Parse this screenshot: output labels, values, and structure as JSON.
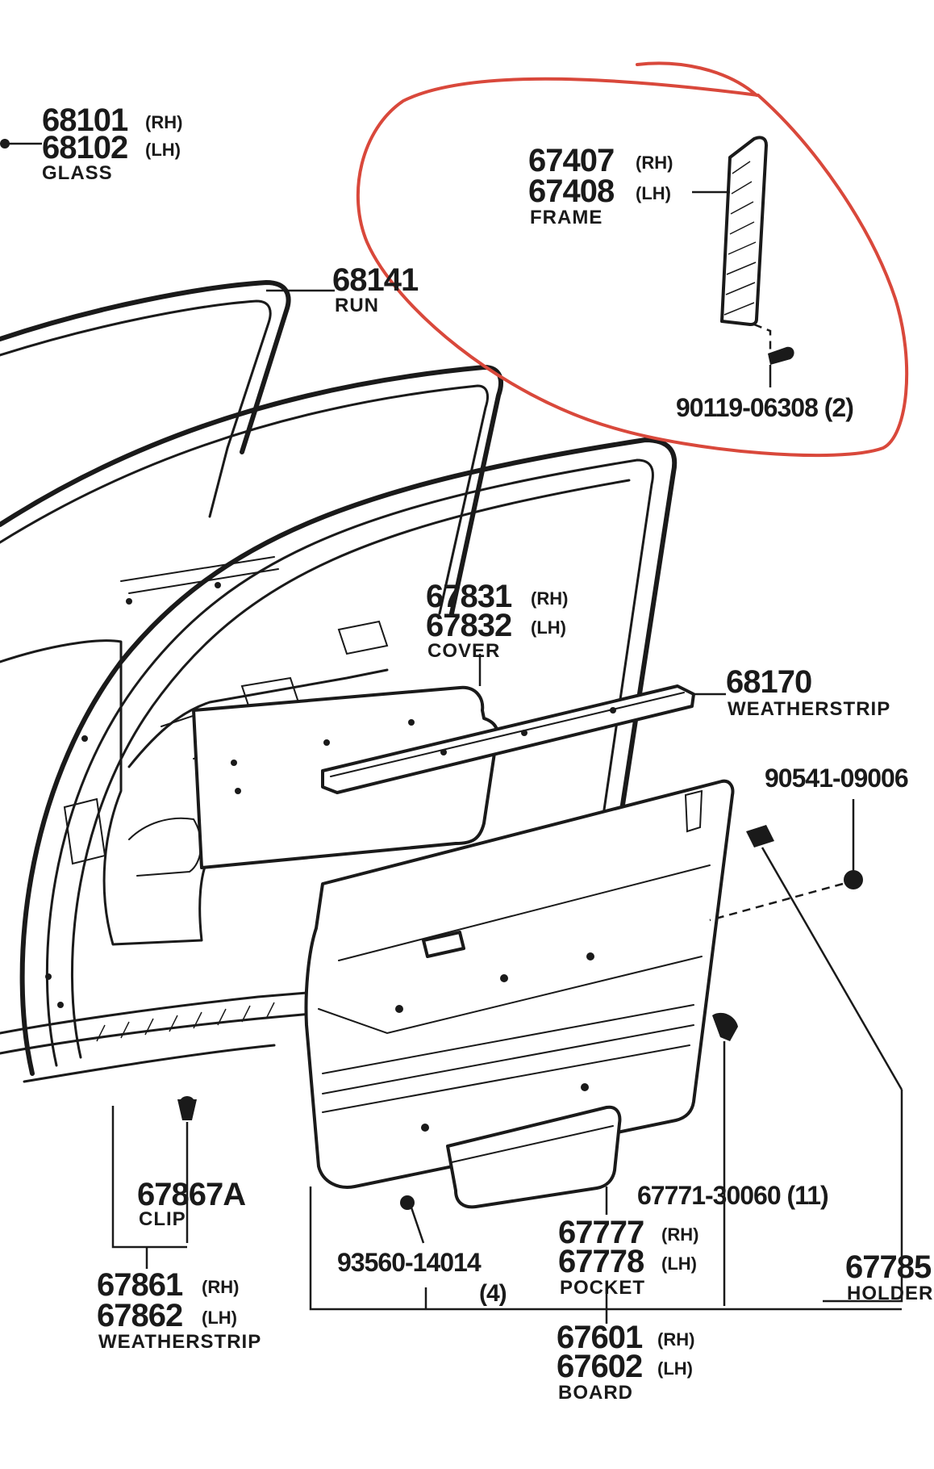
{
  "colors": {
    "ink": "#1a1a1a",
    "background": "#ffffff",
    "highlight_circle": "#d9483b"
  },
  "callouts": {
    "glass": {
      "rh": "68101",
      "lh": "68102",
      "rh_tag": "(RH)",
      "lh_tag": "(LH)",
      "name": "GLASS"
    },
    "run": {
      "number": "68141",
      "name": "RUN"
    },
    "frame": {
      "rh": "67407",
      "lh": "67408",
      "rh_tag": "(RH)",
      "lh_tag": "(LH)",
      "name": "FRAME"
    },
    "frame_screw": {
      "number": "90119-06308 (2)"
    },
    "cover": {
      "rh": "67831",
      "lh": "67832",
      "rh_tag": "(RH)",
      "lh_tag": "(LH)",
      "name": "COVER"
    },
    "belt_weatherstrip": {
      "number": "68170",
      "name": "WEATHERSTRIP"
    },
    "plug": {
      "number": "90541-09006"
    },
    "clip": {
      "number": "67867A",
      "name": "CLIP"
    },
    "door_weatherstrip": {
      "rh": "67861",
      "lh": "67862",
      "rh_tag": "(RH)",
      "lh_tag": "(LH)",
      "name": "WEATHERSTRIP"
    },
    "screw": {
      "number": "93560-14014",
      "qty": "(4)"
    },
    "board_clip": {
      "number": "67771-30060 (11)"
    },
    "pocket": {
      "rh": "67777",
      "lh": "67778",
      "rh_tag": "(RH)",
      "lh_tag": "(LH)",
      "name": "POCKET"
    },
    "holder": {
      "number": "67785",
      "name": "HOLDER"
    },
    "board": {
      "rh": "67601",
      "lh": "67602",
      "rh_tag": "(RH)",
      "lh_tag": "(LH)",
      "name": "BOARD"
    }
  }
}
